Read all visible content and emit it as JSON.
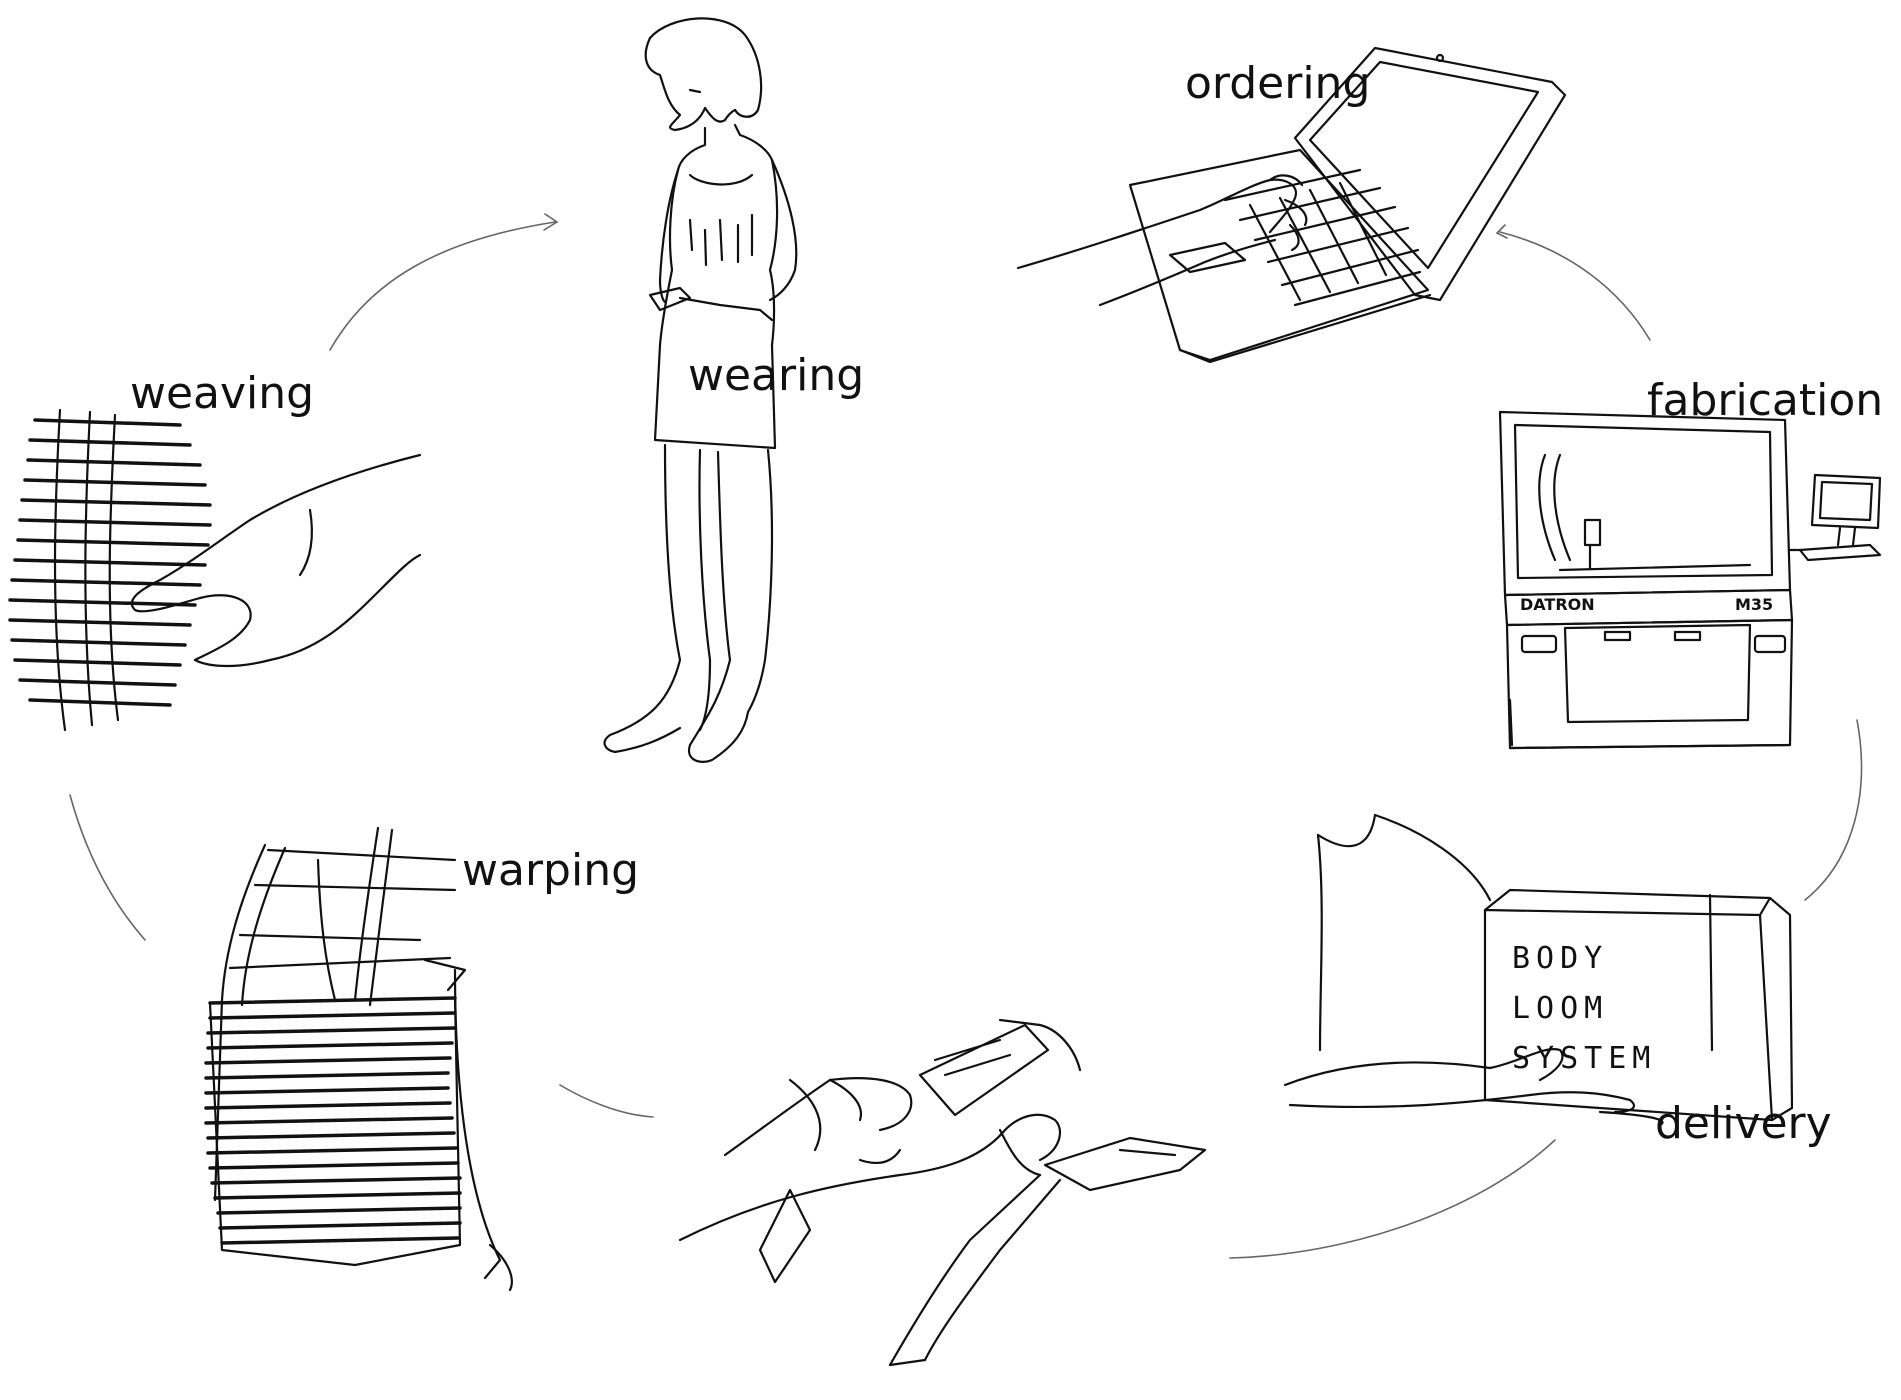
{
  "stages": {
    "ordering": "ordering",
    "fabrication": "fabrication",
    "delivery": "delivery",
    "warping": "warping",
    "weaving": "weaving",
    "wearing": "wearing"
  },
  "box": {
    "line1": "BODY",
    "line2": "LOOM",
    "line3": "SYSTEM"
  },
  "machine": {
    "brand": "DATRON",
    "model": "M35"
  },
  "colors": {
    "ink": "#111111",
    "flow_arrow": "#666666",
    "background": "#ffffff"
  }
}
